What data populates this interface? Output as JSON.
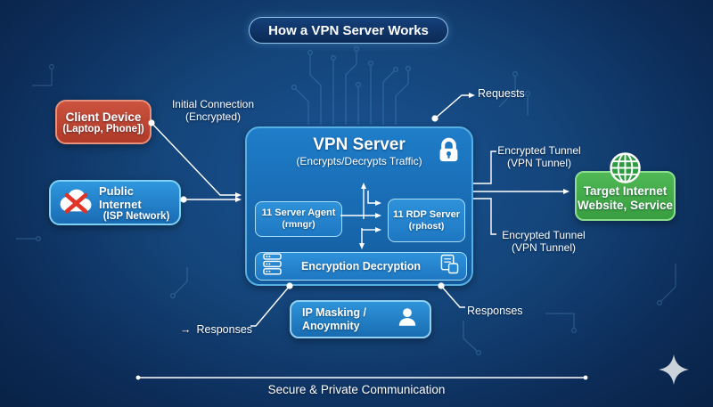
{
  "title": "How a VPN Server Works",
  "client": {
    "title": "Client Device",
    "subtitle": "(Laptop, Phone])"
  },
  "public_internet": {
    "title": "Public Internet",
    "subtitle": "(ISP Network)"
  },
  "vpn_server": {
    "title": "VPN Server",
    "subtitle": "(Encrypts/Decrypts Traffic)",
    "server_agent": {
      "line1": "11 Server Agent",
      "line2": "(rmngr)"
    },
    "rdp_server": {
      "line1": "11 RDP Server",
      "line2": "(rphost)"
    },
    "encryption_bar": "Encryption Decryption"
  },
  "ip_masking": {
    "line1": "IP Masking /",
    "line2": "Anoymnity"
  },
  "target": {
    "line1": "Target Internet",
    "line2": "Website, Service"
  },
  "labels": {
    "initial_connection_line1": "Initial Connection",
    "initial_connection_line2": "(Encrypted)",
    "requests": "Requests",
    "tunnel_top_line1": "Encrypted Tunnel",
    "tunnel_top_line2": "(VPN Tunnel)",
    "tunnel_bottom_line1": "Encrypted Tunnel",
    "tunnel_bottom_line2": "(VPN Tunnel)",
    "responses_left_arrow": "→",
    "responses_left": "Responses",
    "responses_right": "Responses",
    "footer": "Secure & Private Communication"
  },
  "colors": {
    "background_center": "#1a5494",
    "background_edge": "#071c3b",
    "vpn_box": "#1f7dc9",
    "client_box": "#bf4434",
    "internet_box": "#2f97de",
    "target_box": "#45ae4b",
    "accent_border": "#7fd0f5",
    "connector": "#ffffff",
    "blocked_x": "#e23327"
  }
}
